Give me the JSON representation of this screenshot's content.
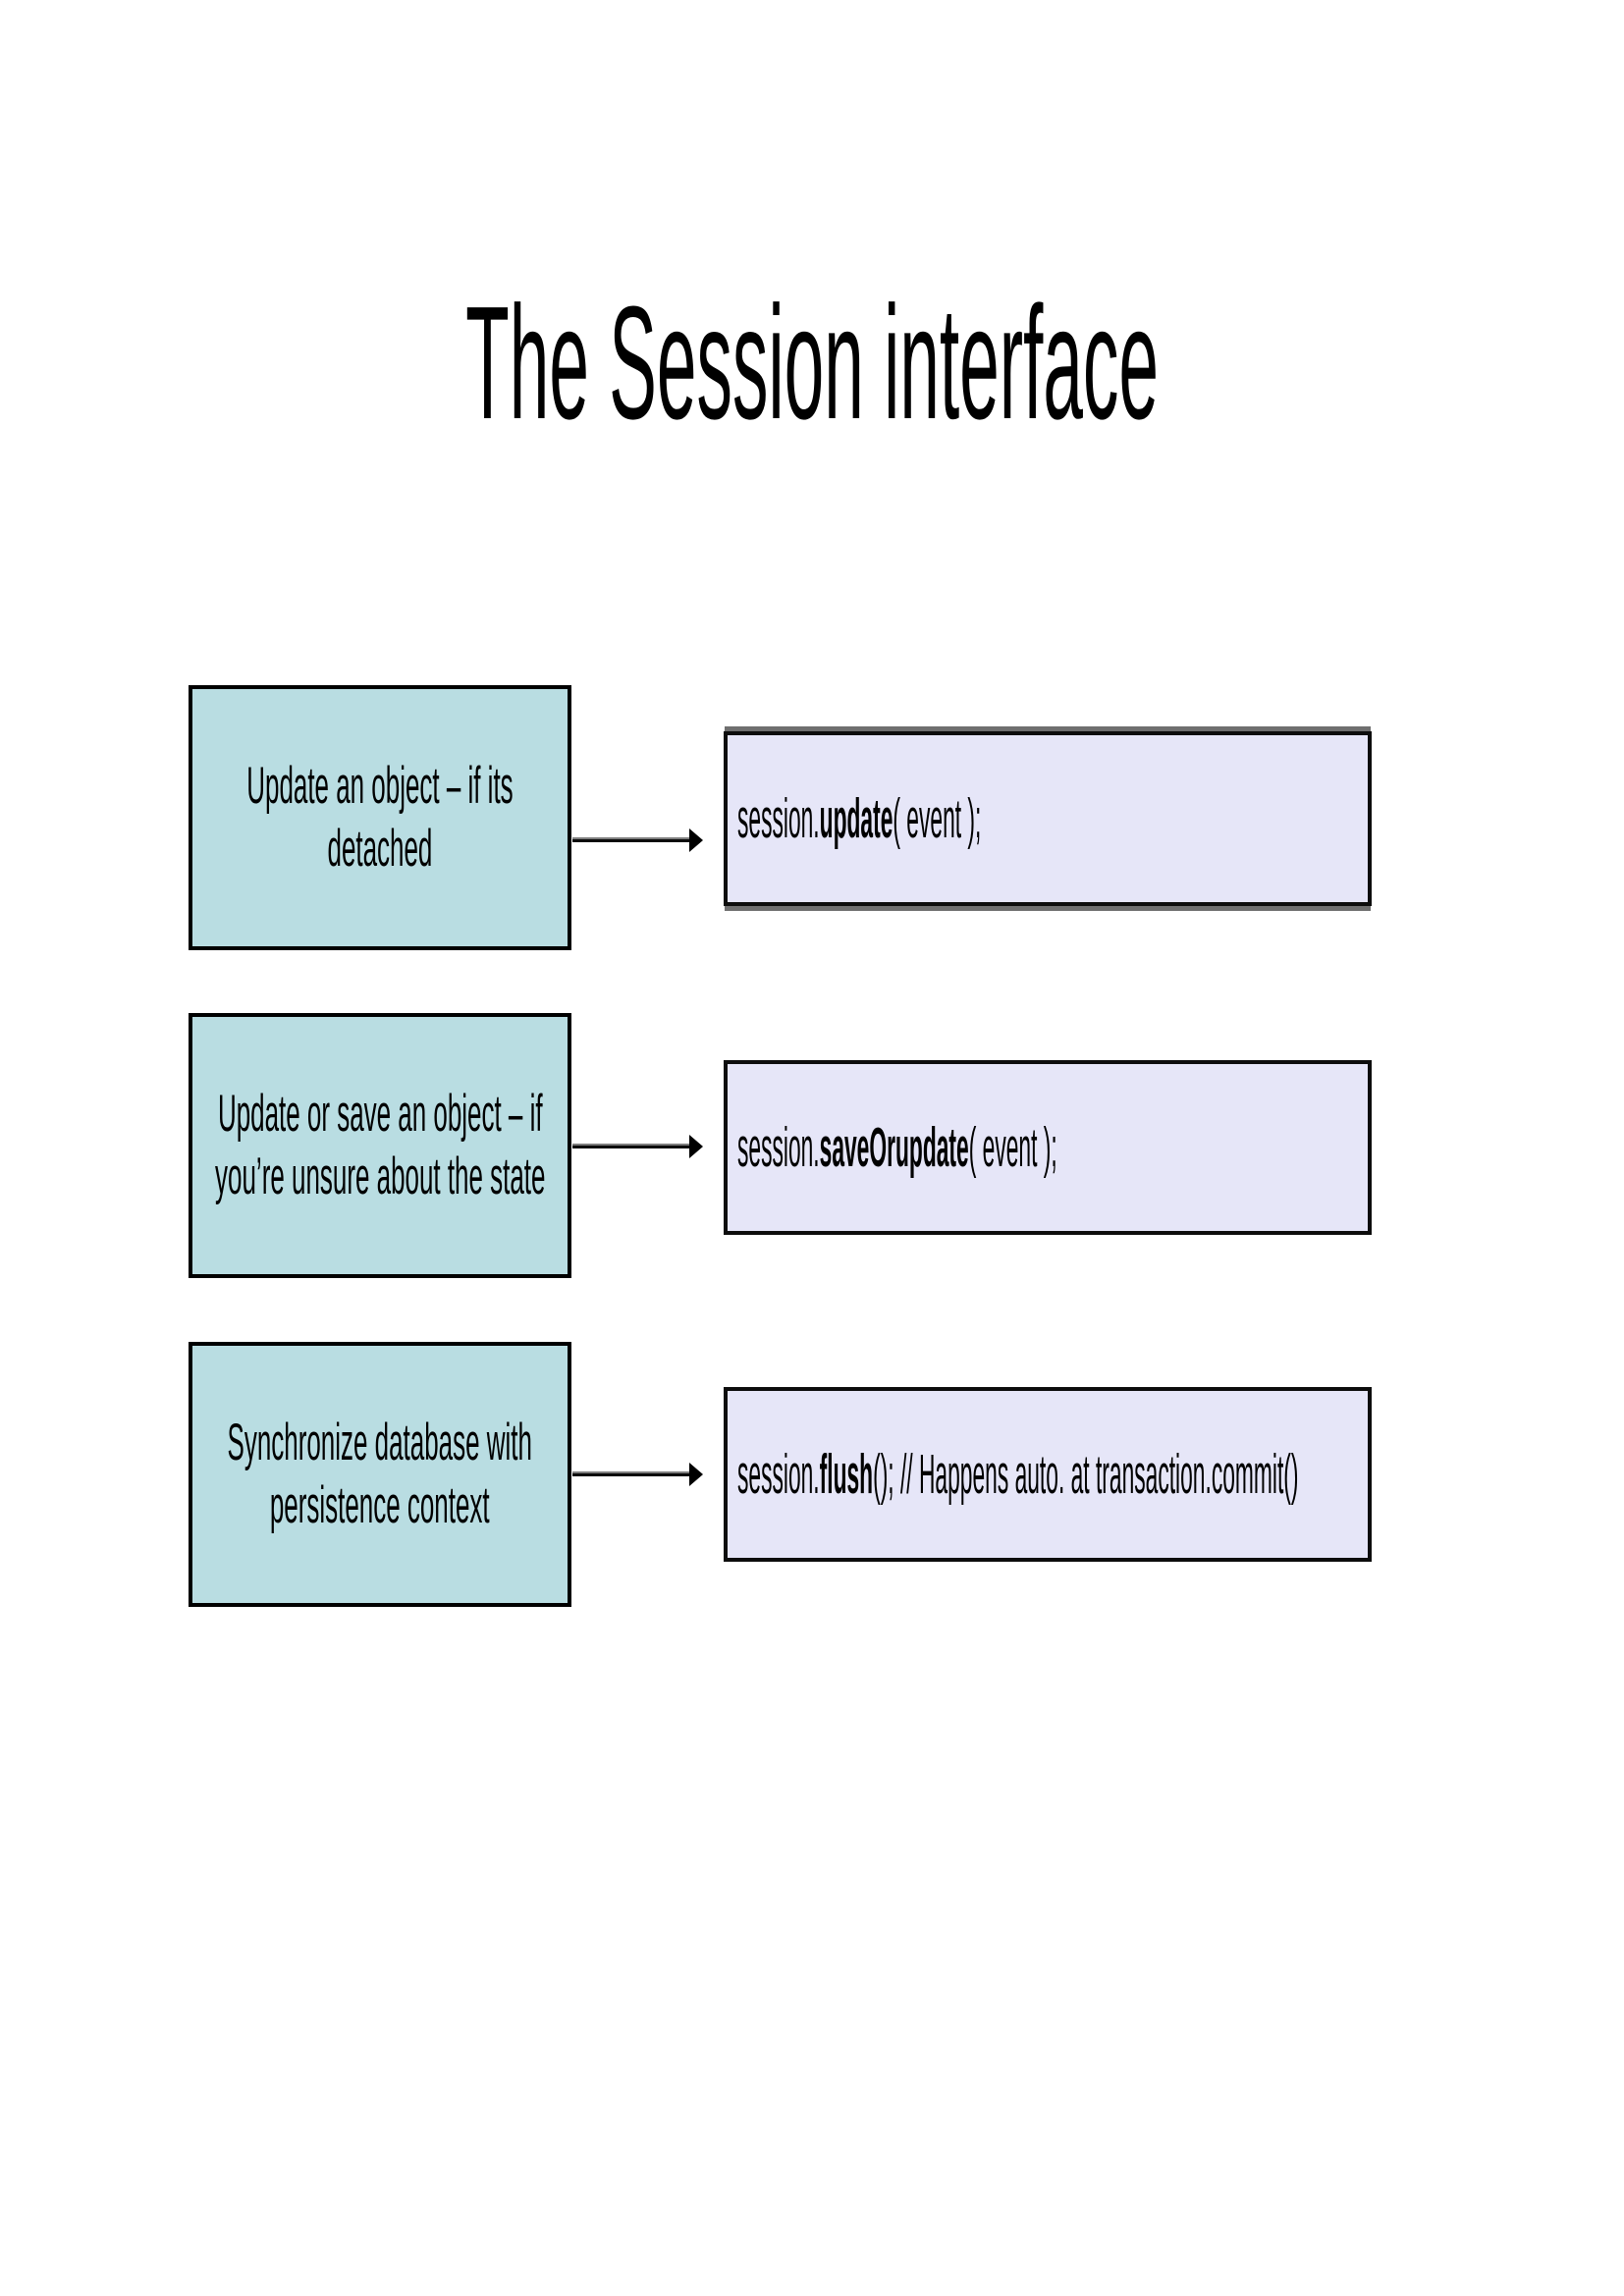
{
  "title": "The Session interface",
  "rows": [
    {
      "label_lines": [
        "Update an object – if its",
        "detached"
      ],
      "code": {
        "prefix": "session.",
        "bold": "update",
        "suffix": "( event );"
      }
    },
    {
      "label_lines": [
        "Update or save an object – if",
        "you’re unsure about the state"
      ],
      "code": {
        "prefix": "session.",
        "bold": "saveOrupdate",
        "suffix": "( event );"
      }
    },
    {
      "label_lines": [
        "Synchronize database with",
        "persistence context"
      ],
      "code": {
        "prefix": "session.",
        "bold": "flush",
        "suffix": "(); // Happens auto. at transaction.commit()"
      }
    }
  ],
  "colors": {
    "label_box_fill": "#b9dde2",
    "code_box_fill": "#e6e6f8",
    "border": "#000000",
    "code_box_shadow": "#6f6f6f",
    "text": "#000000",
    "background": "#ffffff"
  }
}
